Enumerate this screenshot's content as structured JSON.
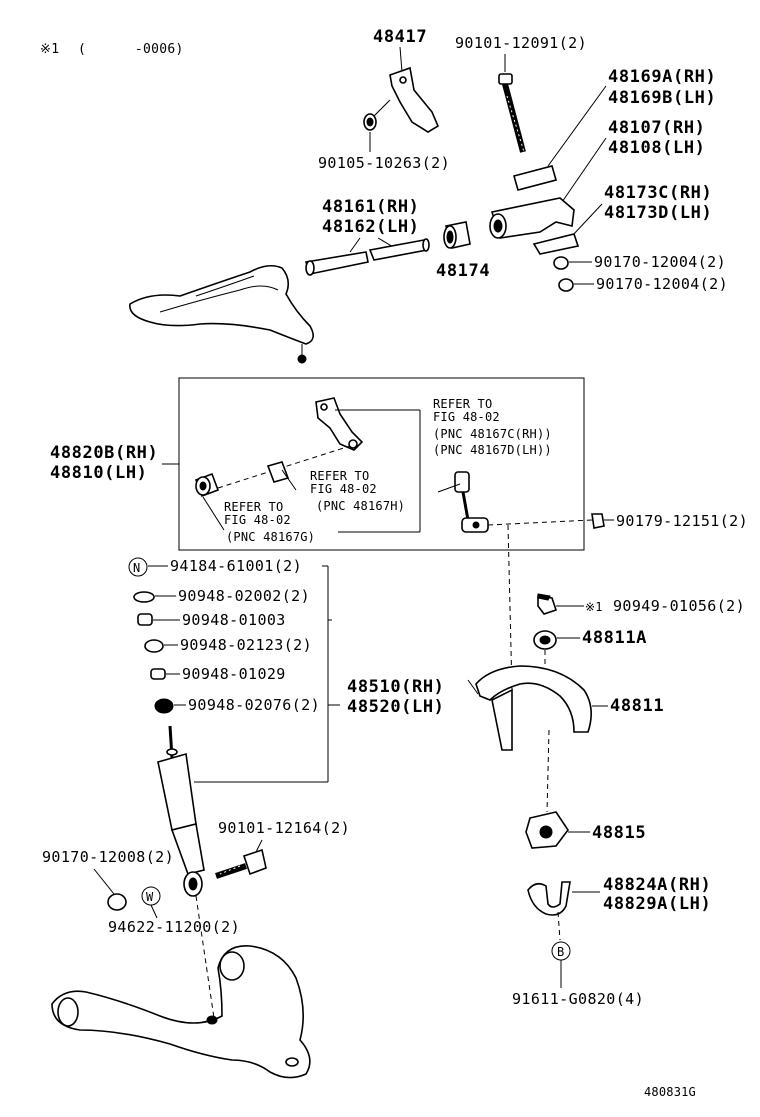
{
  "header_note": {
    "marker": "※1",
    "range": "(      -0006)"
  },
  "part_numbers": {
    "p48417": "48417",
    "p90101_12091": "90101-12091(2)",
    "p48169a": "48169A(RH)",
    "p48169b": "48169B(LH)",
    "p48107": "48107(RH)",
    "p48108": "48108(LH)",
    "p90105_10263": "90105-10263(2)",
    "p48173c": "48173C(RH)",
    "p48173d": "48173D(LH)",
    "p48161": "48161(RH)",
    "p48162": "48162(LH)",
    "p90170_12004a": "90170-12004(2)",
    "p90170_12004b": "90170-12004(2)",
    "p48174": "48174",
    "p48820b": "48820B(RH)",
    "p48810": "48810(LH)",
    "p90179_12151": "90179-12151(2)",
    "p94184_61001": "94184-61001(2)",
    "p90948_02002": "90948-02002(2)",
    "p90948_01003": "90948-01003",
    "p90948_02123": "90948-02123(2)",
    "p90948_01029": "90948-01029",
    "p90948_02076": "90948-02076(2)",
    "p48510": "48510(RH)",
    "p48520": "48520(LH)",
    "p90949_01056": "90949-01056(2)",
    "p90949_marker": "※1",
    "p48811a": "48811A",
    "p48811": "48811",
    "p90101_12164": "90101-12164(2)",
    "p90170_12008": "90170-12008(2)",
    "p94622_11200": "94622-11200(2)",
    "p48815": "48815",
    "p48824a": "48824A(RH)",
    "p48829a": "48829A(LH)",
    "p91611_g0820": "91611-G0820(4)"
  },
  "circle_markers": {
    "n": "N",
    "w": "W",
    "b": "B"
  },
  "refer_boxes": {
    "r1_line1": "REFER TO",
    "r1_line2": "FIG 48-02",
    "r1_line3": "(PNC 48167C(RH))",
    "r1_line4": "(PNC 48167D(LH))",
    "r2_line1": "REFER TO",
    "r2_line2": "FIG 48-02",
    "r2_line3": "(PNC 48167H)",
    "r3_line1": "REFER TO",
    "r3_line2": "FIG 48-02",
    "r3_line3": "(PNC 48167G)"
  },
  "figure_code": "480831G"
}
